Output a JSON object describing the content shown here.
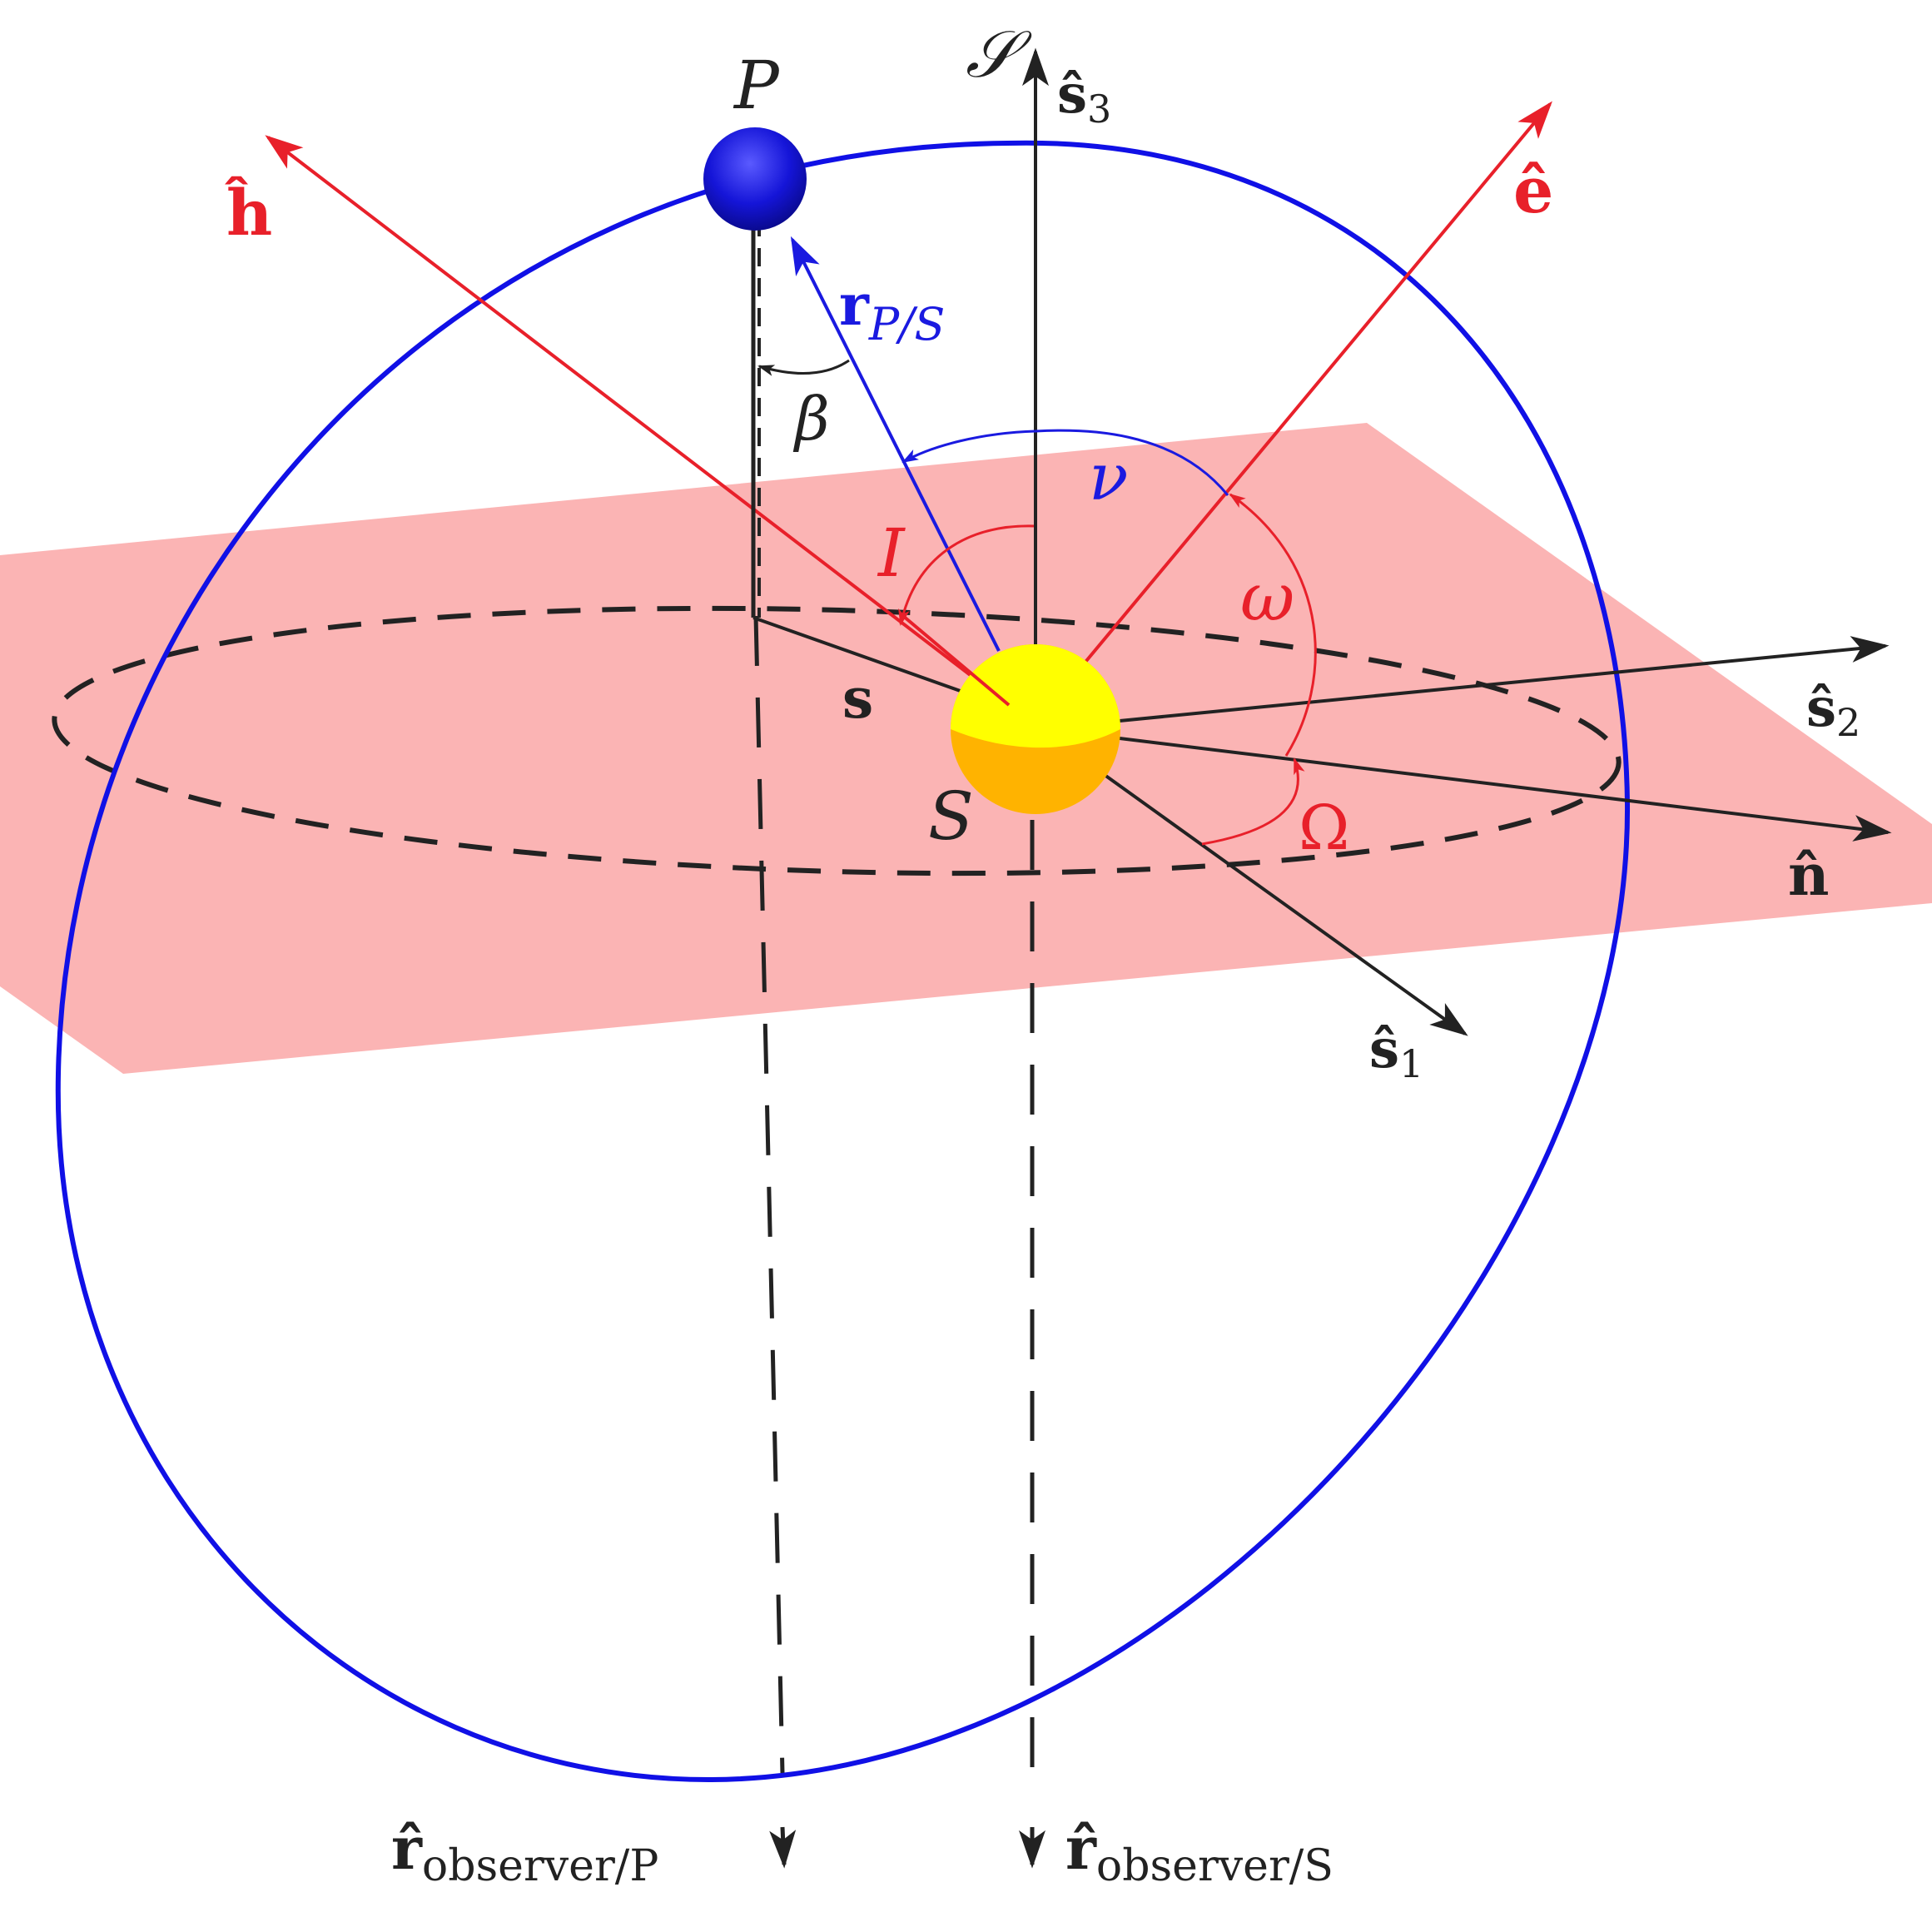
{
  "colors": {
    "plane": "#fbb4b4",
    "orbit": "#1010e6",
    "axes": "#222222",
    "elements": "#e8202a",
    "planet": "#1a1ae0",
    "star_top": "#ffff00",
    "star_bottom": "#ffb300"
  },
  "labels": {
    "frame": "𝒮",
    "s3": "ŝ",
    "s3_sub": "3",
    "s2": "ŝ",
    "s2_sub": "2",
    "s1": "ŝ",
    "s1_sub": "1",
    "n": "n̂",
    "h": "ĥ",
    "e": "ê",
    "planet": "P",
    "star": "S",
    "r_ps": "r",
    "r_ps_sub": "P/S",
    "s_vec": "s",
    "beta": "β",
    "nu": "ν",
    "incl": "I",
    "omega": "ω",
    "Omega": "Ω",
    "r_obs_p": "r̂",
    "r_obs_p_sub": "observer/P",
    "r_obs_s": "r̂",
    "r_obs_s_sub": "observer/S"
  }
}
